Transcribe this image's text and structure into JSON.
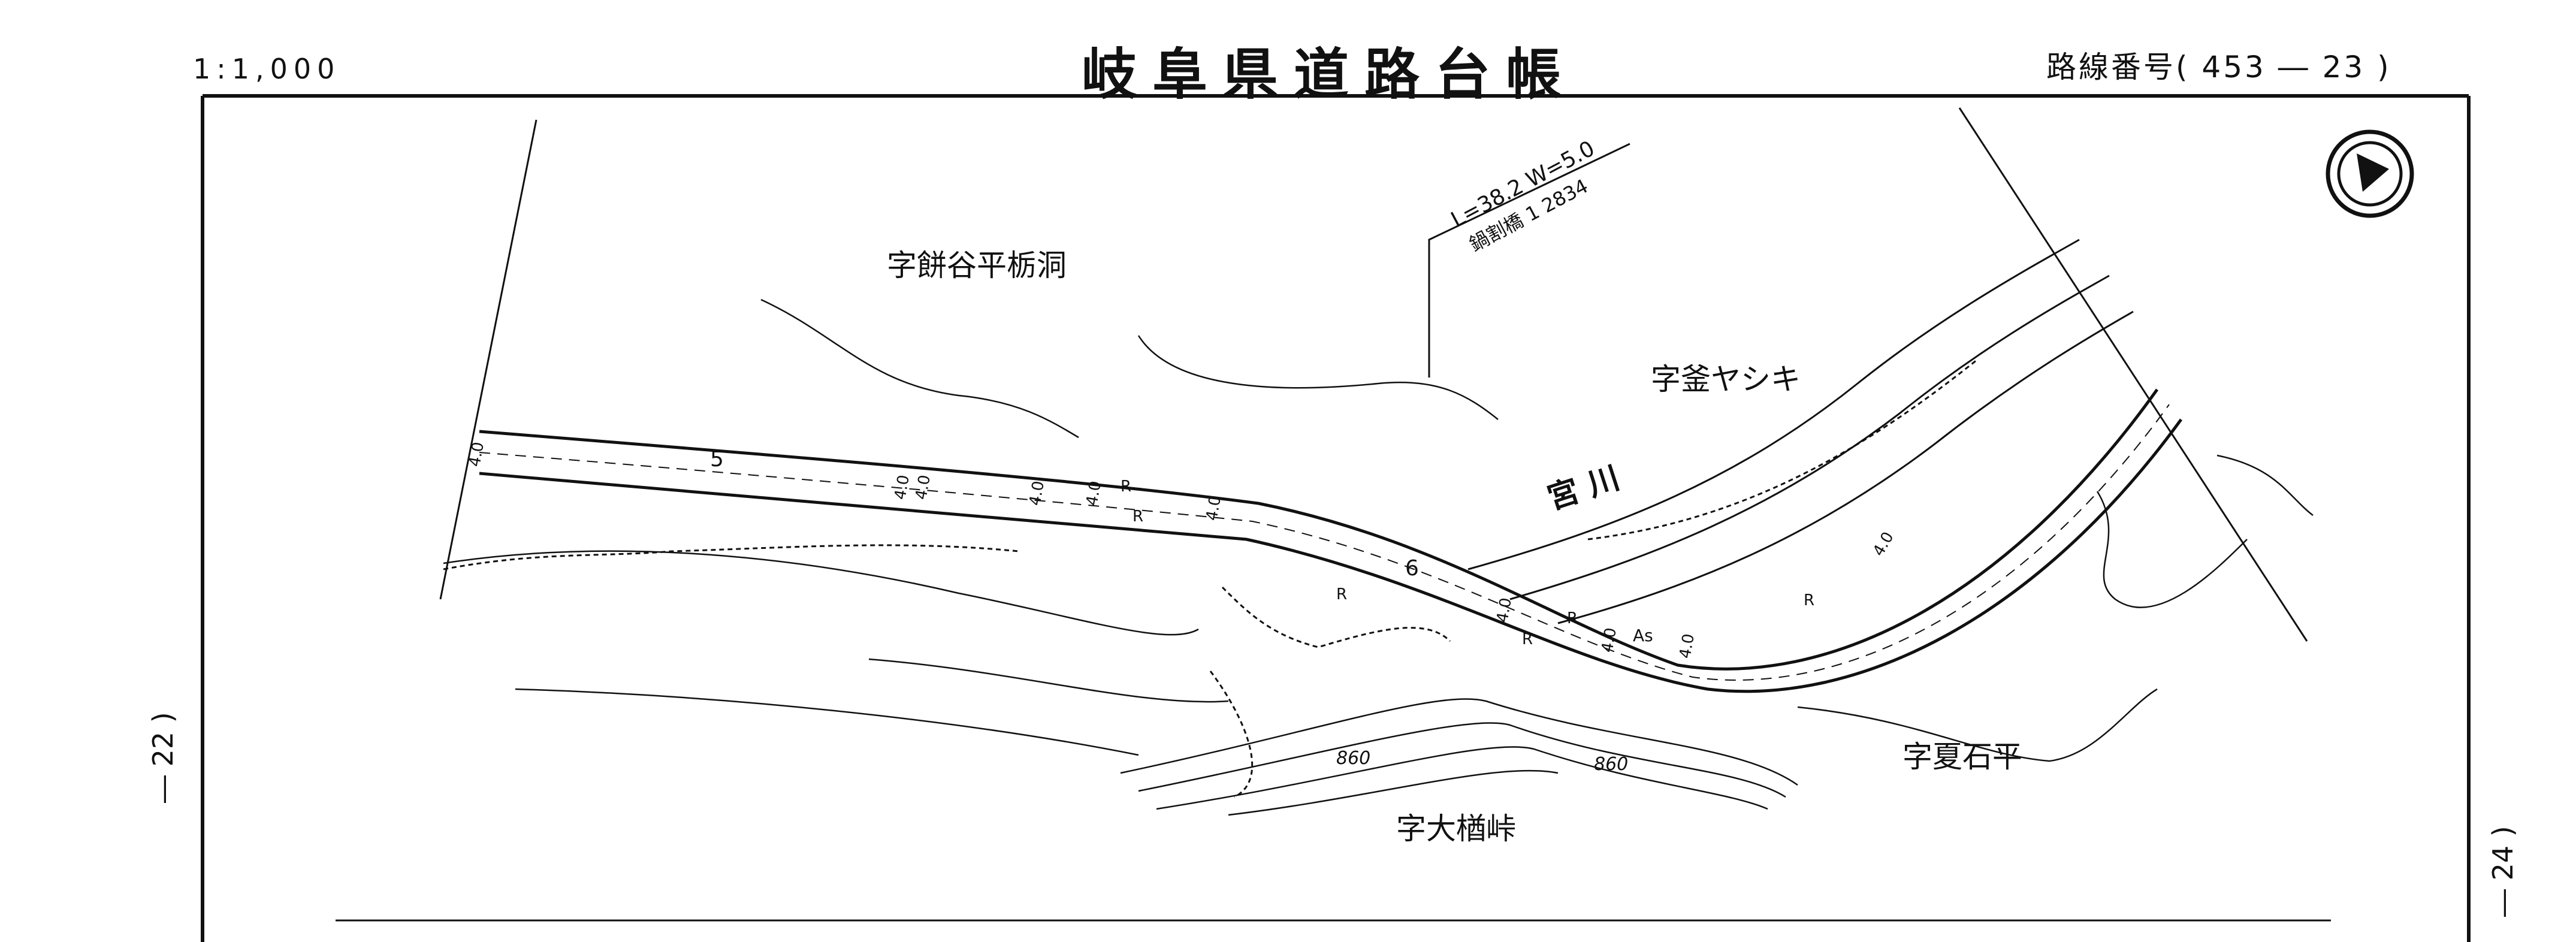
{
  "header": {
    "scale": "1:1,000",
    "title": "岐阜県道路台帳",
    "route": "路線番号( 453 ― 23 )"
  },
  "side_marks": {
    "left": "― 22 )",
    "right": "― 24 )"
  },
  "map_labels": {
    "place_nw": "字餅谷平栃洞",
    "place_ne": "字釜ヤシキ",
    "place_se": "字夏石平",
    "place_s": "字大楢峠",
    "river": "宮 川",
    "bridge_dims": "L=38.2 W=5.0",
    "bridge_name": "鍋割橋 1 2834",
    "contour_a": "860",
    "contour_b": "860",
    "pavement": "As",
    "route_no": "5",
    "route_no_2": "6"
  },
  "width_marks": [
    "4.0",
    "4.0",
    "4.0",
    "4.0",
    "4.0",
    "4.0",
    "4.0",
    "4.0",
    "4.0",
    "4.0"
  ],
  "curve_marks": [
    "R",
    "R",
    "R",
    "R",
    "R",
    "R"
  ],
  "north_arrow": "north-arrow-icon"
}
